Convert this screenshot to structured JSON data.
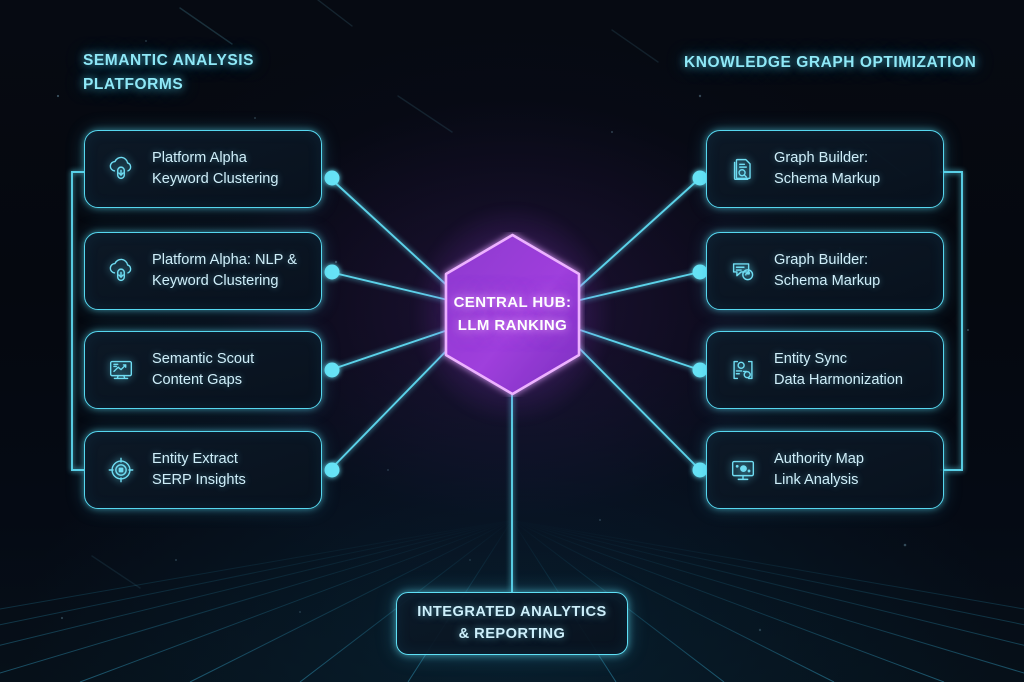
{
  "headers": {
    "left": {
      "line1": "SEMANTIC ANALYSIS",
      "line2": "PLATFORMS"
    },
    "right": {
      "line1": "KNOWLEDGE GRAPH OPTIMIZATION"
    }
  },
  "hub": {
    "line1": "CENTRAL HUB:",
    "line2": "LLM RANKING"
  },
  "bottom": {
    "line1": "INTEGRATED ANALYTICS",
    "line2": "& REPORTING"
  },
  "left_cards": [
    {
      "icon": "cloud-download-icon",
      "line1": "Platform Alpha",
      "line2": "Keyword Clustering"
    },
    {
      "icon": "cloud-download-icon",
      "line1": "Platform Alpha: NLP &",
      "line2": "Keyword Clustering"
    },
    {
      "icon": "monitor-chart-icon",
      "line1": "Semantic Scout",
      "line2": "Content Gaps"
    },
    {
      "icon": "target-crosshair-icon",
      "line1": "Entity Extract",
      "line2": "SERP Insights"
    }
  ],
  "right_cards": [
    {
      "icon": "document-stack-icon",
      "line1": "Graph Builder:",
      "line2": "Schema Markup"
    },
    {
      "icon": "chat-refresh-icon",
      "line1": "Graph Builder:",
      "line2": "Schema Markup"
    },
    {
      "icon": "entity-sync-icon",
      "line1": "Entity Sync",
      "line2": "Data Harmonization"
    },
    {
      "icon": "monitor-node-icon",
      "line1": "Authority Map",
      "line2": "Link Analysis"
    }
  ],
  "colors": {
    "accent_cyan": "#56d7ef",
    "text_cyan": "#cfeef9",
    "hub_purple": "#9b3fd6",
    "hub_border": "#e9a6ff",
    "background": "#05070d"
  }
}
